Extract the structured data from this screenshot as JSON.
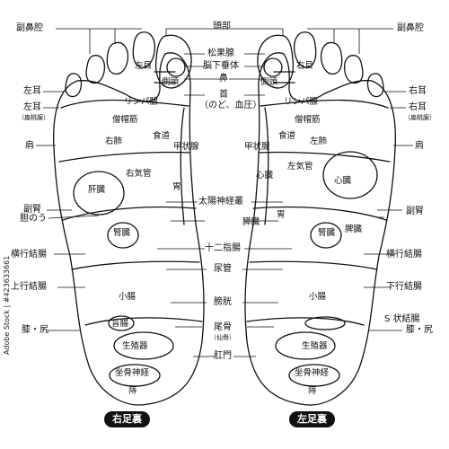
{
  "labels": {
    "fukubikuu": "副鼻腔",
    "toubu": "頭部",
    "shoukatai": "松果腺",
    "noukasuitai": "脳下垂体",
    "hana": "鼻",
    "kubi": "首",
    "kubi_sub": "（のど、血圧）",
    "taiyou": "太陽神経叢",
    "junishichou": "十二指腸",
    "nyoukan": "尿管",
    "boukou": "膀胱",
    "bikotsu": "尾骨",
    "bikotsu_sub": "（仙骨）",
    "koumon": "肛門",
    "left_ear": "左耳",
    "right_ear": "右耳",
    "hentousen": "（扁桃腺）",
    "kata": "肩",
    "fukujin": "副腎",
    "tannou": "胆のう",
    "oukou": "横行結腸",
    "joukou": "上行結腸",
    "kakou": "下行結腸",
    "s_ketchou": "S 状結腸",
    "hiza": "膝・尻"
  },
  "inner": {
    "hidarime": "左目",
    "migime": "右目",
    "sokutou": "側頭",
    "rinpa": "リンパ腺",
    "soubou": "僧帽筋",
    "shokudou": "食道",
    "migihai": "右肺",
    "hidarihai": "左肺",
    "koujousen": "甲状腺",
    "migikikan": "右気管",
    "hidarikikan": "左気管",
    "shinzou": "心臓",
    "kanzou": "肝臓",
    "i": "胃",
    "jinzou": "腎臓",
    "suizou": "膵臓",
    "hizou": "脾臓",
    "shouchou": "小腸",
    "mouchou": "盲腸",
    "seishokuki": "生殖器",
    "zakotsu": "坐骨神経",
    "ji": "痔"
  },
  "titles": {
    "right": "右足裏",
    "left": "左足裏"
  },
  "watermark": "Adobe Stock | #423633661"
}
